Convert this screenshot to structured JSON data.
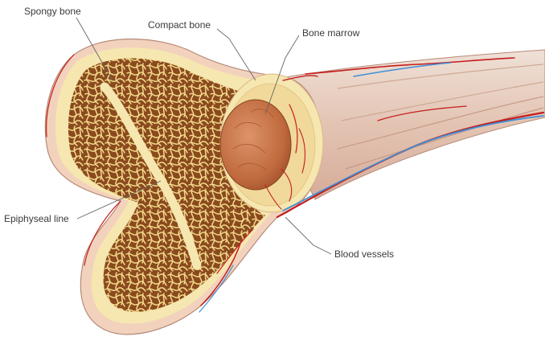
{
  "labels": {
    "spongy_bone": "Spongy bone",
    "compact_bone": "Compact bone",
    "bone_marrow": "Bone marrow",
    "epiphyseal_line": "Epiphyseal line",
    "blood_vessels": "Blood vessels"
  },
  "colors": {
    "bone_outer": "#f4d6bf",
    "compact_layer": "#f6e6b0",
    "spongy_background": "#8a4a1e",
    "trabeculae": "#f3d98a",
    "marrow": "#c9764a",
    "shaft": "#e9cfc0",
    "artery": "#c41d1d",
    "vein": "#3f8fd6"
  },
  "icons": {
    "bone": "femur-cross-section-illustration"
  }
}
